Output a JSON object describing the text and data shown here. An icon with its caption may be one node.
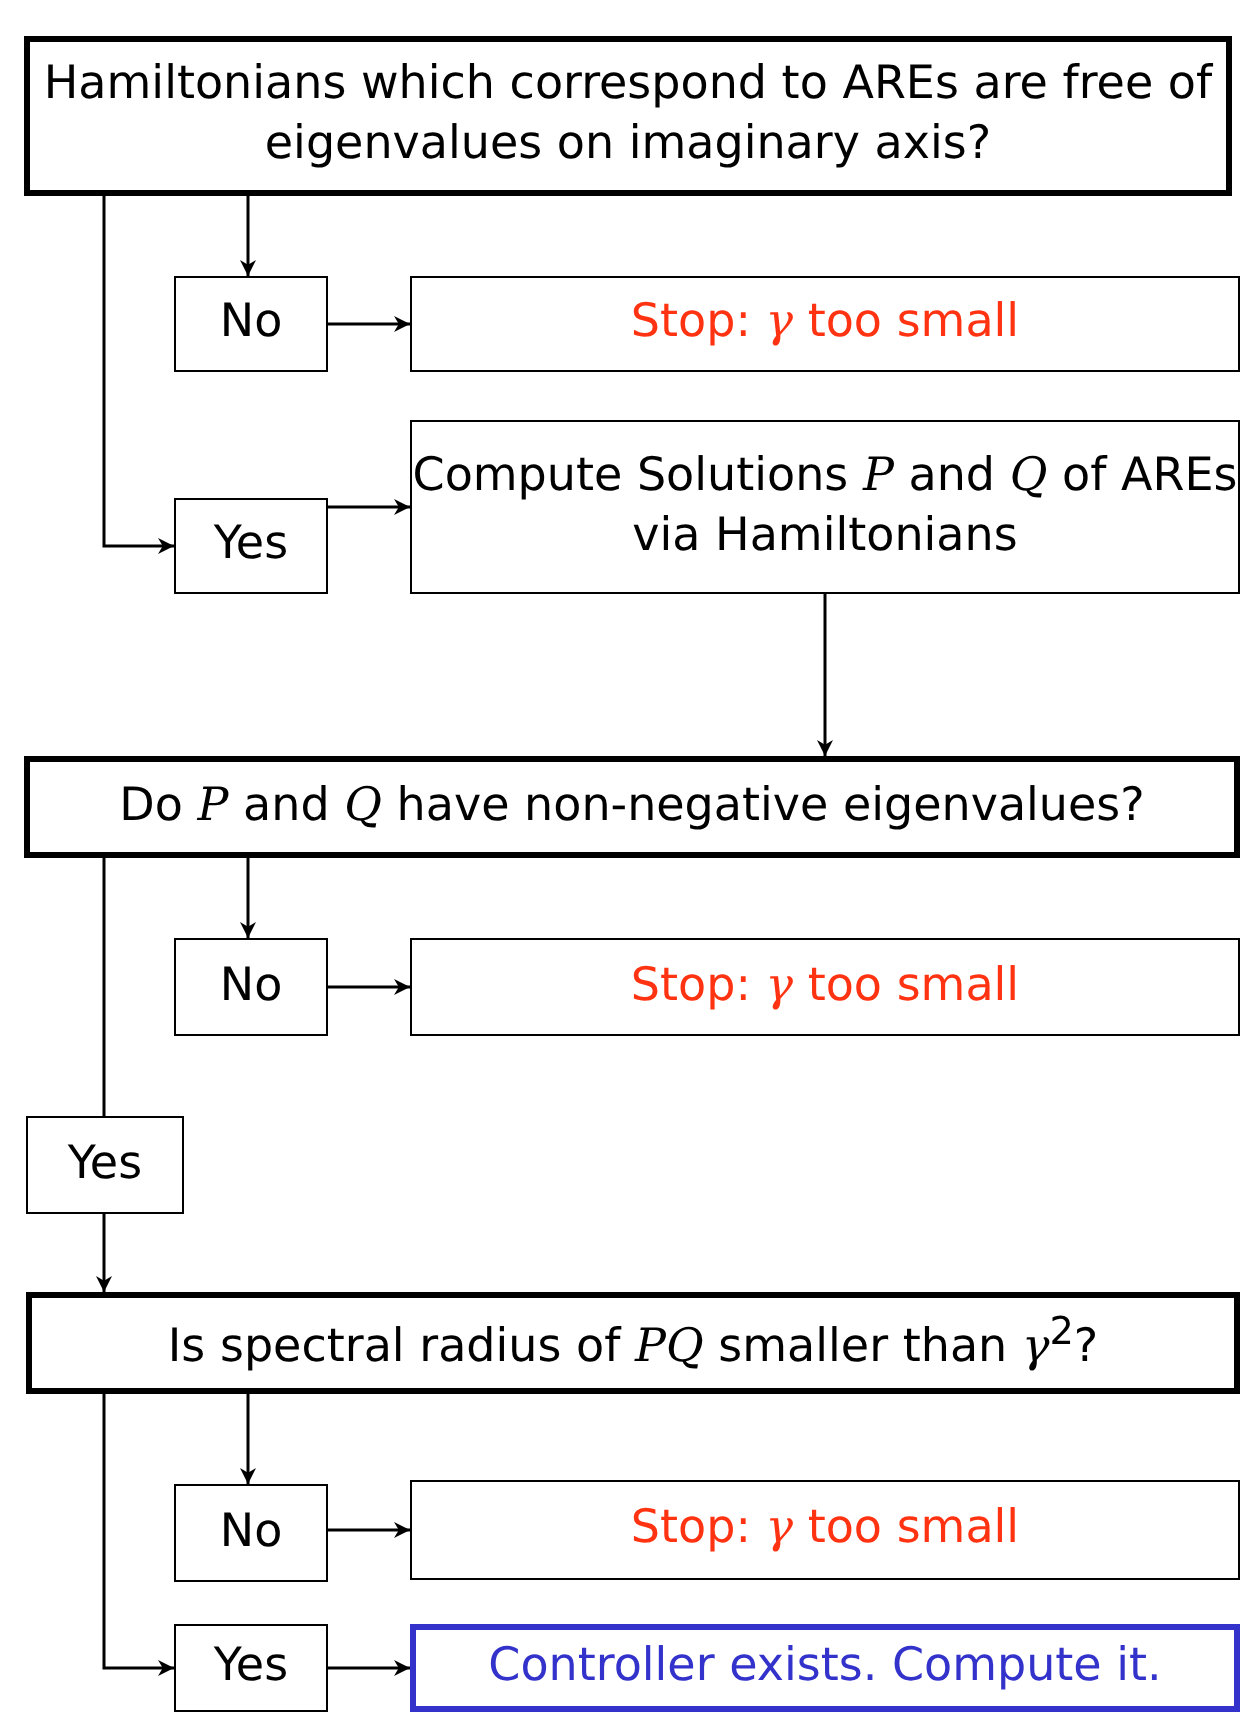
{
  "diagram": {
    "nodes": [
      {
        "text": [
          "Hamiltonians which correspond to AREs are free of eigenvalues on imaginary axis?"
        ]
      },
      {
        "text": [
          "No"
        ]
      },
      {
        "text": [
          "Stop: *γ* too small"
        ]
      },
      {
        "text": [
          "Yes"
        ]
      },
      {
        "text": [
          "Compute Solutions *P* and *Q* of AREs via Hamiltonians"
        ]
      },
      {
        "text": [
          "Do *P* and *Q* have non-negative eigenvalues?"
        ]
      },
      {
        "text": [
          "No"
        ]
      },
      {
        "text": [
          "Stop: *γ* too small"
        ]
      },
      {
        "text": [
          "Yes"
        ]
      },
      {
        "text": [
          "Is spectral radius of *PQ* smaller than *γ*$^{2}$?"
        ]
      },
      {
        "text": [
          "No"
        ]
      },
      {
        "text": [
          "Stop: *γ* too small"
        ]
      },
      {
        "text": [
          "Yes"
        ]
      },
      {
        "text": [
          "Controller exists. Compute it."
        ]
      }
    ],
    "edges": [
      {
        "from": 0,
        "to": 1,
        "arrow": "to"
      },
      {
        "from": 1,
        "to": 2,
        "arrow": "to"
      },
      {
        "from": 0,
        "to": 3,
        "arrow": "to"
      },
      {
        "from": 3,
        "to": 4,
        "arrow": "to"
      },
      {
        "from": 4,
        "to": 5,
        "arrow": "to"
      },
      {
        "from": 5,
        "to": 6,
        "arrow": "to"
      },
      {
        "from": 6,
        "to": 7,
        "arrow": "to"
      },
      {
        "from": 5,
        "to": 8,
        "arrow": "none"
      },
      {
        "from": 8,
        "to": 9,
        "arrow": "to"
      },
      {
        "from": 9,
        "to": 10,
        "arrow": "to"
      },
      {
        "from": 10,
        "to": 11,
        "arrow": "to"
      },
      {
        "from": 9,
        "to": 12,
        "arrow": "to"
      },
      {
        "from": 12,
        "to": 13,
        "arrow": "to"
      }
    ]
  }
}
